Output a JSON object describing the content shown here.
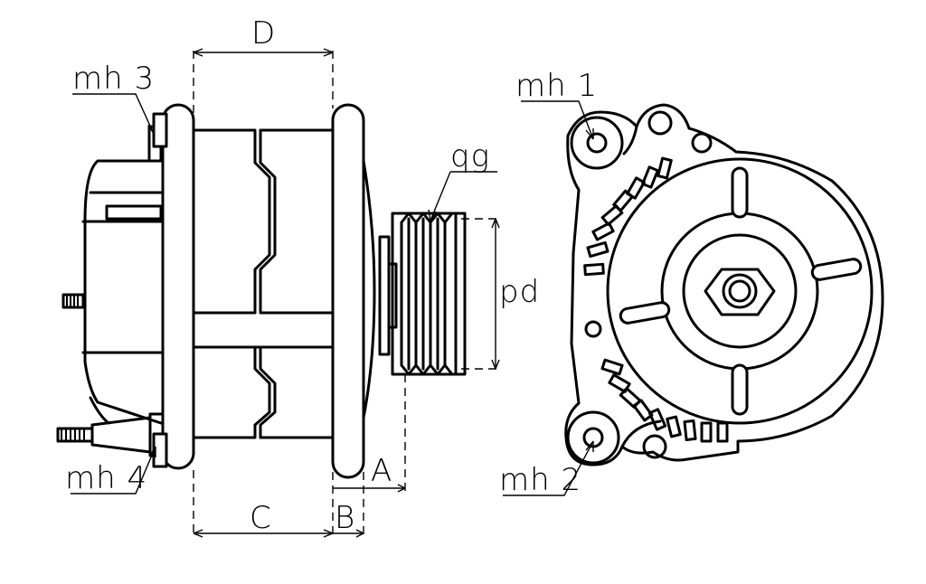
{
  "labels": {
    "D": "D",
    "C": "C",
    "B": "B",
    "A": "A",
    "pd": "pd",
    "qg": "qg",
    "mh1": "mh 1",
    "mh2": "mh 2",
    "mh3": "mh 3",
    "mh4": "mh 4"
  }
}
